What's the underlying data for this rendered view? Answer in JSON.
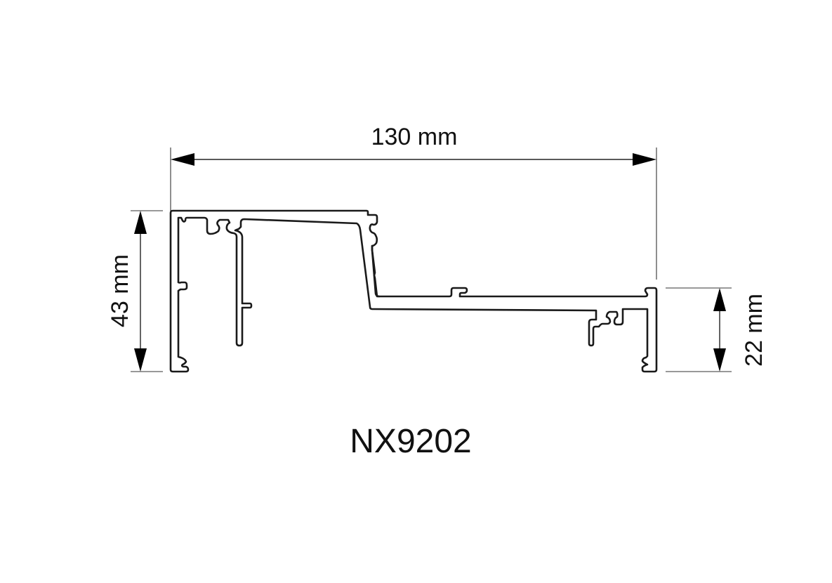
{
  "drawing": {
    "part_number": "NX9202",
    "dimensions": {
      "width": {
        "label": "130 mm",
        "value": 130,
        "unit": "mm"
      },
      "left_height": {
        "label": "43 mm",
        "value": 43,
        "unit": "mm"
      },
      "right_height": {
        "label": "22 mm",
        "value": 22,
        "unit": "mm"
      }
    },
    "colors": {
      "line": "#1a1a1a",
      "background": "#ffffff"
    }
  }
}
